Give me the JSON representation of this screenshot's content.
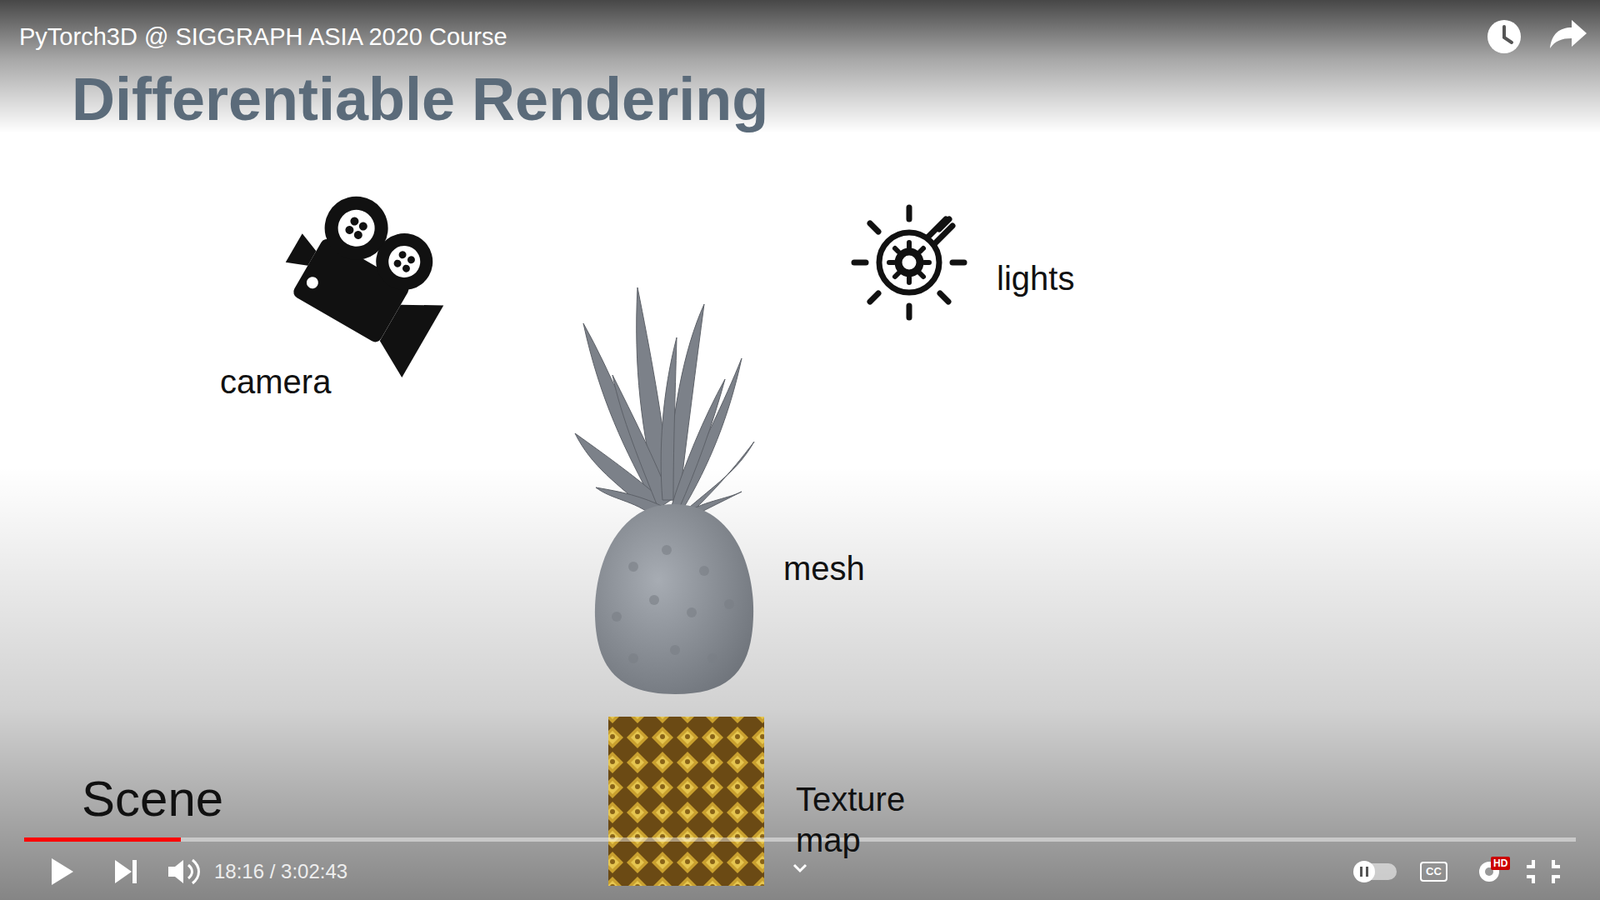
{
  "diagram": {
    "title": "Differentiable Rendering",
    "labels": [
      "PyTorch3D @ SIGGRAPH ASIA 2020 Course",
      "camera",
      "lights",
      "mesh",
      "Texture map",
      "Scene",
      "18:16 / 3:02:43",
      "CC",
      "HD"
    ]
  }
}
